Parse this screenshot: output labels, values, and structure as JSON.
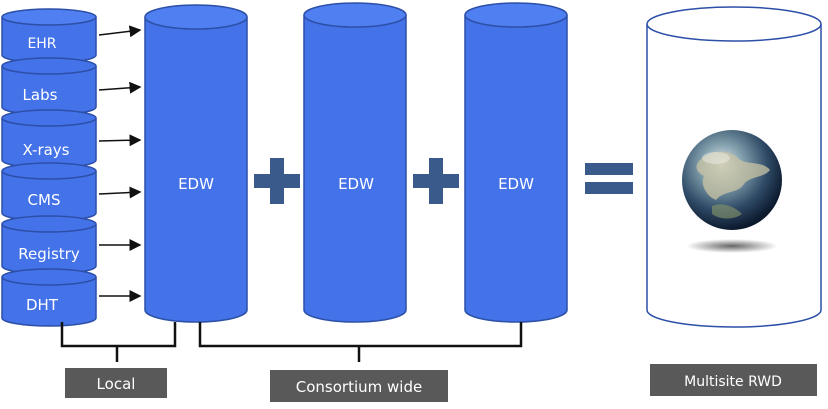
{
  "sources": [
    {
      "label": "EHR"
    },
    {
      "label": "Labs"
    },
    {
      "label": "X-rays"
    },
    {
      "label": "CMS"
    },
    {
      "label": "Registry"
    },
    {
      "label": "DHT"
    }
  ],
  "warehouses": [
    {
      "label": "EDW"
    },
    {
      "label": "EDW"
    },
    {
      "label": "EDW"
    }
  ],
  "operators": {
    "plus": "+",
    "equals": "="
  },
  "result": {
    "label": "Multisite RWD",
    "icon": "globe-icon"
  },
  "groups": {
    "local": "Local",
    "consortium": "Consortium wide"
  },
  "colors": {
    "cylinder_fill": "#4472e8",
    "cylinder_stroke": "#2c4fa8",
    "operator": "#3a5a8c",
    "label_box": "#595959",
    "arrow": "#111111"
  }
}
